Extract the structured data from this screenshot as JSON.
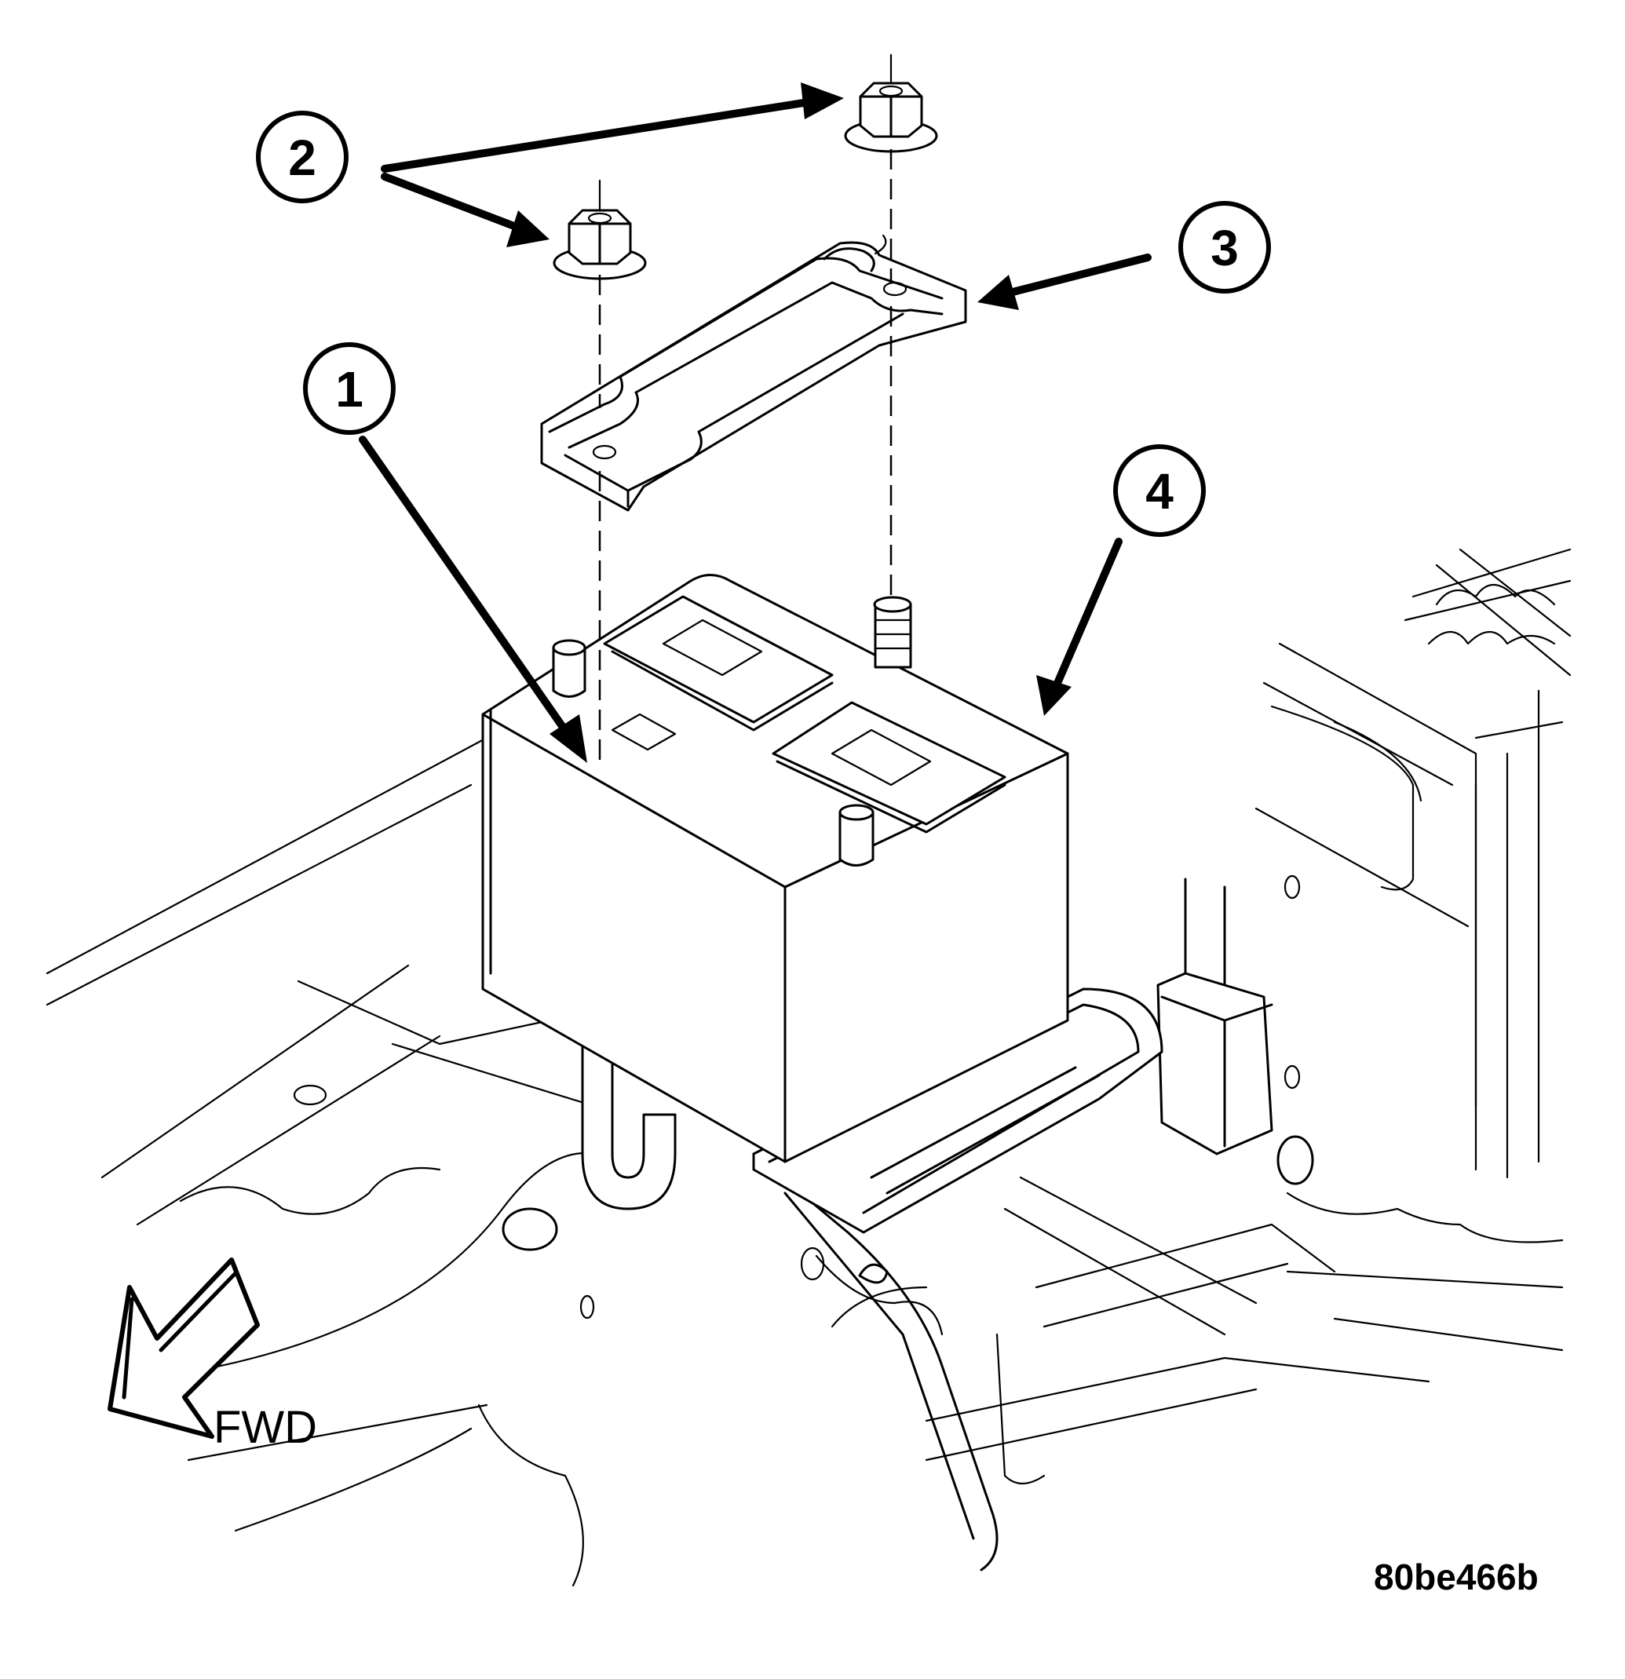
{
  "callouts": [
    {
      "number": "1",
      "part": "hold-down-bolt"
    },
    {
      "number": "2",
      "part": "nut"
    },
    {
      "number": "3",
      "part": "hold-down-bracket"
    },
    {
      "number": "4",
      "part": "battery"
    }
  ],
  "direction_label": "FWD",
  "figure_id": "80be466b",
  "colors": {
    "line": "#000000",
    "background": "#ffffff"
  }
}
